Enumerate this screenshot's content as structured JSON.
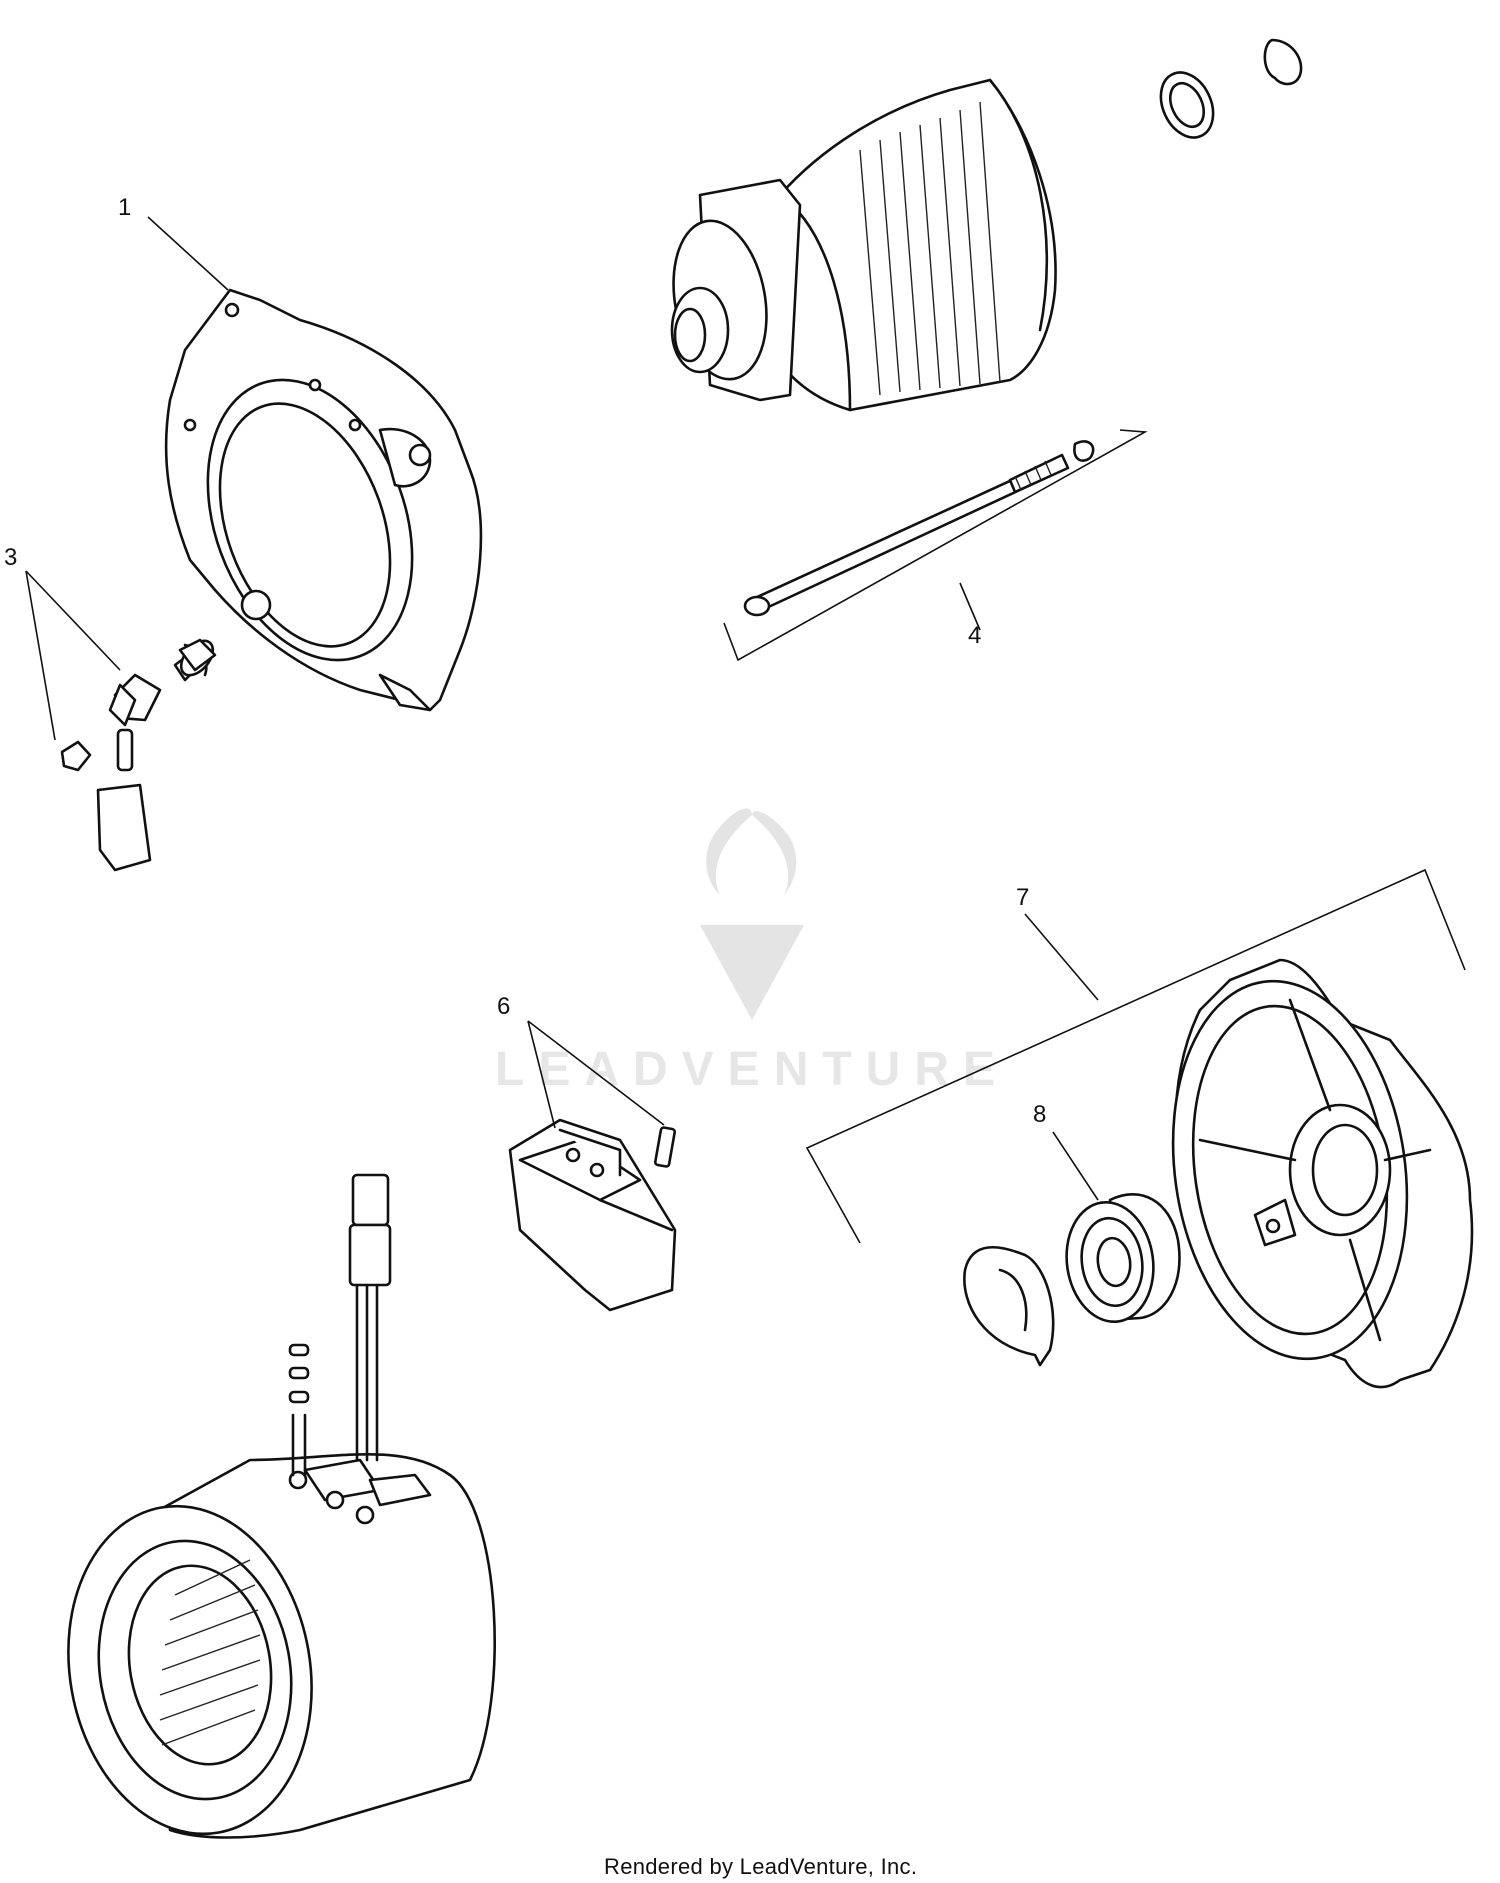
{
  "diagram": {
    "callouts": [
      {
        "id": "1",
        "label": "1"
      },
      {
        "id": "3",
        "label": "3"
      },
      {
        "id": "4",
        "label": "4"
      },
      {
        "id": "6",
        "label": "6"
      },
      {
        "id": "7",
        "label": "7"
      },
      {
        "id": "8",
        "label": "8"
      }
    ],
    "watermark": "LEADVENTURE",
    "footer": "Rendered by LeadVenture, Inc.",
    "colors": {
      "line": "#111111",
      "background": "#ffffff",
      "watermark": "#e4e4e4"
    }
  }
}
